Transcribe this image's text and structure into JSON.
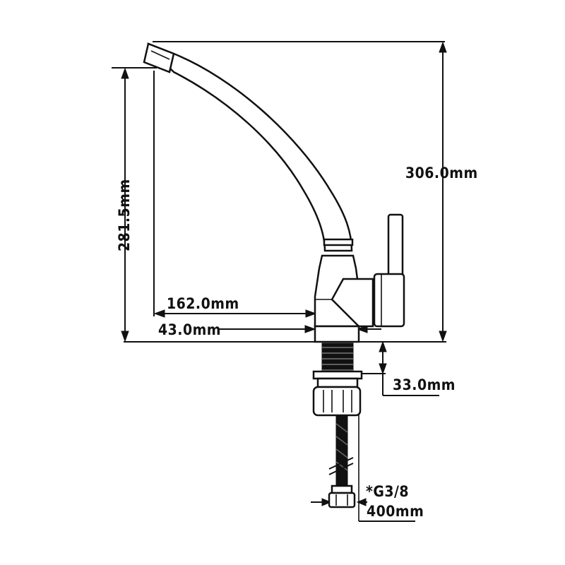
{
  "dimensions": {
    "total_height": "306.0mm",
    "spout_height": "281.5mm",
    "spout_reach": "162.0mm",
    "base_diameter": "43.0mm",
    "shank_length": "33.0mm",
    "connector_thread": "*G3/8",
    "hose_length": "400mm"
  },
  "colors": {
    "ink": "#111111",
    "background": "#ffffff"
  }
}
